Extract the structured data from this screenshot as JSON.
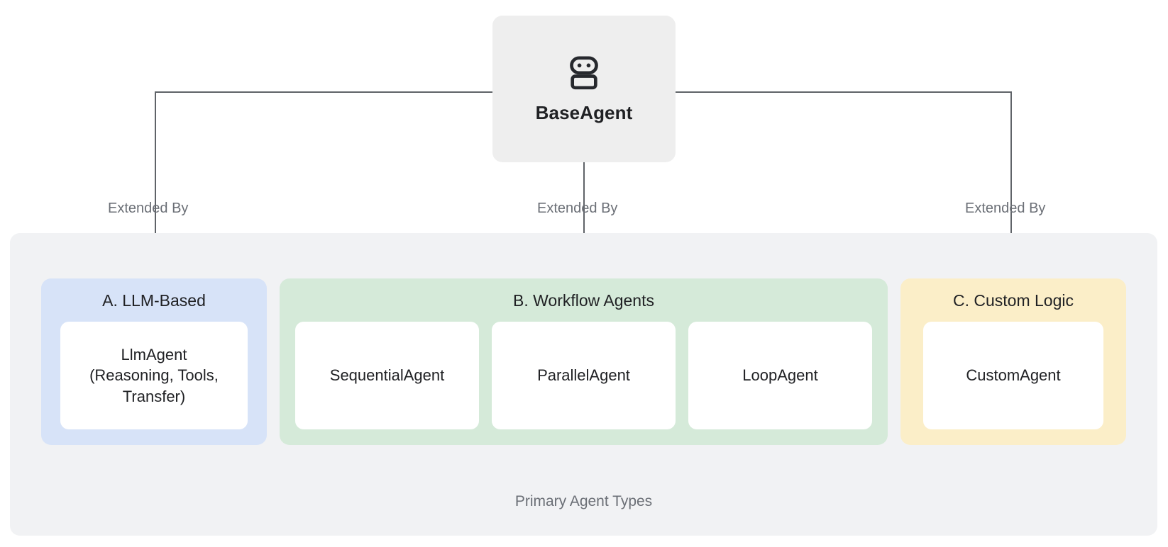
{
  "diagram": {
    "root": {
      "label": "BaseAgent",
      "icon": "robot-icon"
    },
    "edges": [
      {
        "label": "Extended By",
        "target": "A. LLM-Based"
      },
      {
        "label": "Extended By",
        "target": "B. Workflow Agents"
      },
      {
        "label": "Extended By",
        "target": "C. Custom Logic"
      }
    ],
    "group": {
      "caption": "Primary Agent Types",
      "background": "#f1f2f4"
    },
    "panels": [
      {
        "id": "llm-based",
        "title": "A. LLM-Based",
        "color": "#d7e3f8",
        "cards": [
          {
            "id": "llm-agent",
            "text": "LlmAgent\n(Reasoning, Tools,\nTransfer)"
          }
        ]
      },
      {
        "id": "workflow-agents",
        "title": "B. Workflow Agents",
        "color": "#d5ead9",
        "cards": [
          {
            "id": "sequential-agent",
            "text": "SequentialAgent"
          },
          {
            "id": "parallel-agent",
            "text": "ParallelAgent"
          },
          {
            "id": "loop-agent",
            "text": "LoopAgent"
          }
        ]
      },
      {
        "id": "custom-logic",
        "title": "C. Custom Logic",
        "color": "#fbeec8",
        "cards": [
          {
            "id": "custom-agent",
            "text": "CustomAgent"
          }
        ]
      }
    ],
    "colors": {
      "base_node_bg": "#eeeeee",
      "connector": "#5f6368",
      "label_text": "#6b6f76",
      "node_text": "#202124",
      "card_bg": "#ffffff"
    }
  }
}
